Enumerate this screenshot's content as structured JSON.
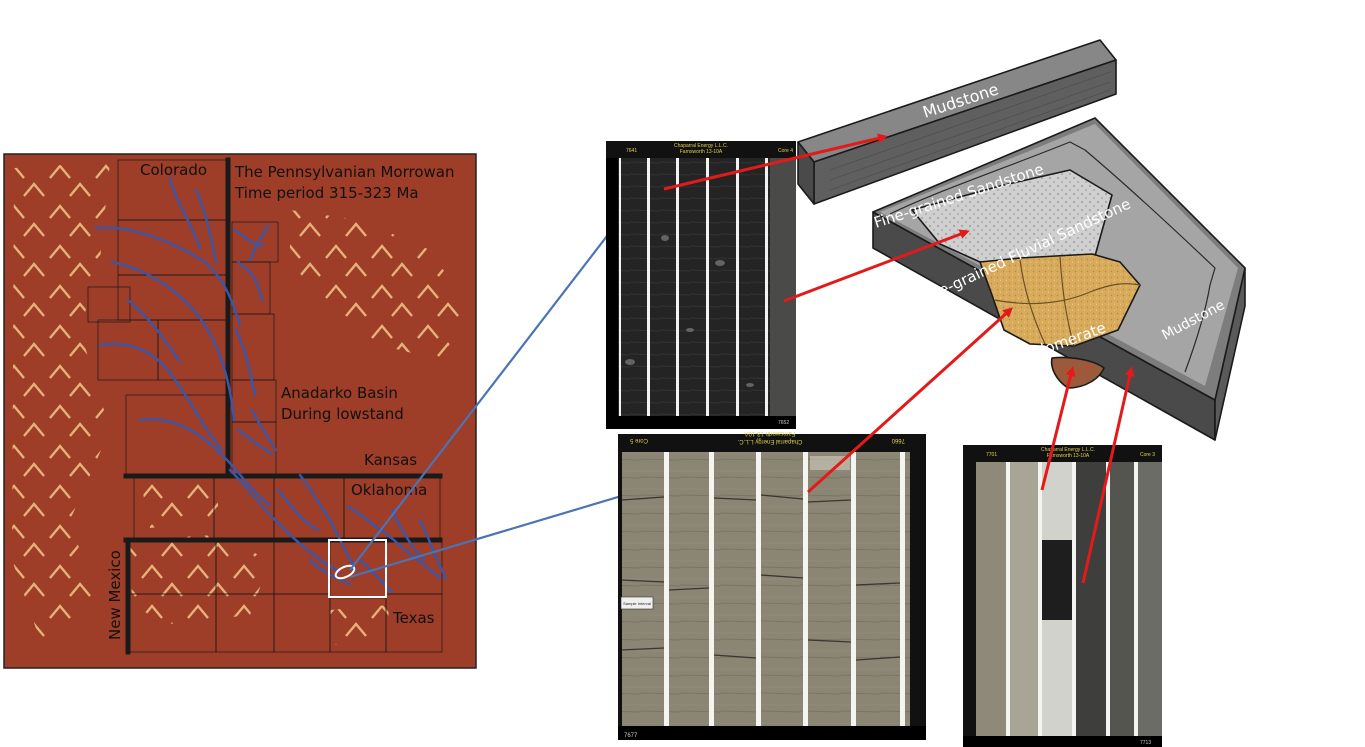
{
  "map": {
    "title_line1": "The Pennsylvanian Morrowan",
    "title_line2": "Time period 315-323 Ma",
    "state_colorado": "Colorado",
    "state_kansas": "Kansas",
    "state_oklahoma": "Oklahoma",
    "state_texas": "Texas",
    "state_new_mexico": "New Mexico",
    "basin_line1": "Anadarko Basin",
    "basin_line2": "During lowstand",
    "colors": {
      "background": "#9E3D28",
      "rivers": "#3A56A8",
      "mountains": "#E6B27A",
      "borders": "#1a1a1a"
    }
  },
  "block_diagram": {
    "mudstone_top": "Mudstone",
    "fine_sandstone": "Fine-grained Sandstone",
    "coarse_sandstone": "Coarse-grained Fluvial Sandstone",
    "conglomerate": "Conglomerate",
    "mudstone_right": "Mudstone",
    "colors": {
      "mudstone": "#5f5f5f",
      "fine_sand": "#c9c9c9",
      "coarse_sand": "#d6aa5c",
      "conglomerate": "#9a5a3c",
      "arrows": "#e21a1a"
    }
  },
  "cores": {
    "core4": {
      "header1": "Chaparral Energy L.L.C.",
      "header2": "Farnsworth 13-10A",
      "depth_top": "7641",
      "label": "Core 4",
      "depth_bottom": "7652"
    },
    "core5": {
      "header1": "Chaparral Energy L.L.C.",
      "header2": "Farnsworth 13-10A",
      "depth_top": "7660",
      "label": "Core 5",
      "depth_bottom": "7677",
      "tag": "Sample Interval"
    },
    "core3": {
      "header1": "Chaparral Energy L.L.C.",
      "header2": "Farnsworth 13-10A",
      "depth_top": "7701",
      "label": "Core 3",
      "depth_bottom": "7713"
    }
  }
}
